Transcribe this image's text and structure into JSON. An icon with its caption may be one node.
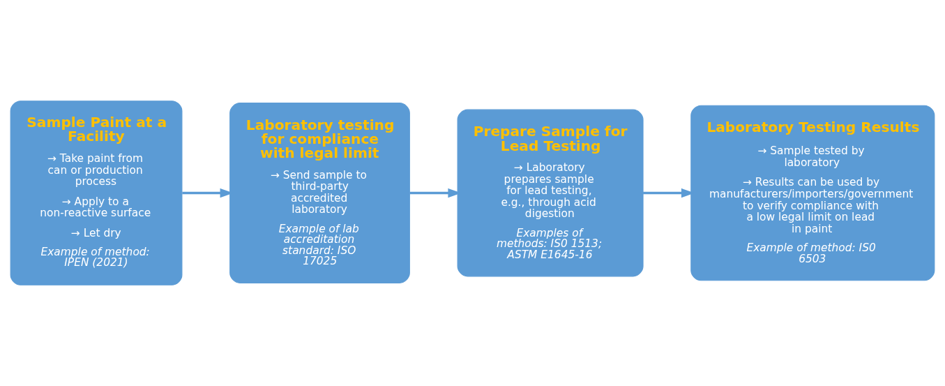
{
  "diagram": {
    "nodes": [
      {
        "text": [
          "Sample Paint at a Facility",
          "→ Take paint from can or production process",
          "→ Apply to a non-reactive surface",
          "→ Let dry",
          "Example of method: IPEN (2021)"
        ]
      },
      {
        "text": [
          "Laboratory testing for compliance with legal limit",
          "→ Send sample to third-party accredited laboratory",
          "Example of lab accreditation standard: ISO 17025"
        ]
      },
      {
        "text": [
          "Prepare Sample for Lead Testing",
          "→ Laboratory prepares sample for lead testing, e.g., through acid digestion",
          "Examples of methods: IS0 1513; ASTM E1645-16"
        ]
      },
      {
        "text": [
          "Laboratory Testing Results",
          "→ Sample tested by laboratory",
          "→ Results can be used by manufacturers/importers/government to verify compliance with a low legal limit on lead in paint",
          "Example of method: IS0 6503"
        ]
      }
    ],
    "edges": [
      {
        "from": 0,
        "to": 1,
        "arrow": "to"
      },
      {
        "from": 1,
        "to": 2,
        "arrow": "to"
      },
      {
        "from": 2,
        "to": 3,
        "arrow": "to"
      }
    ]
  }
}
